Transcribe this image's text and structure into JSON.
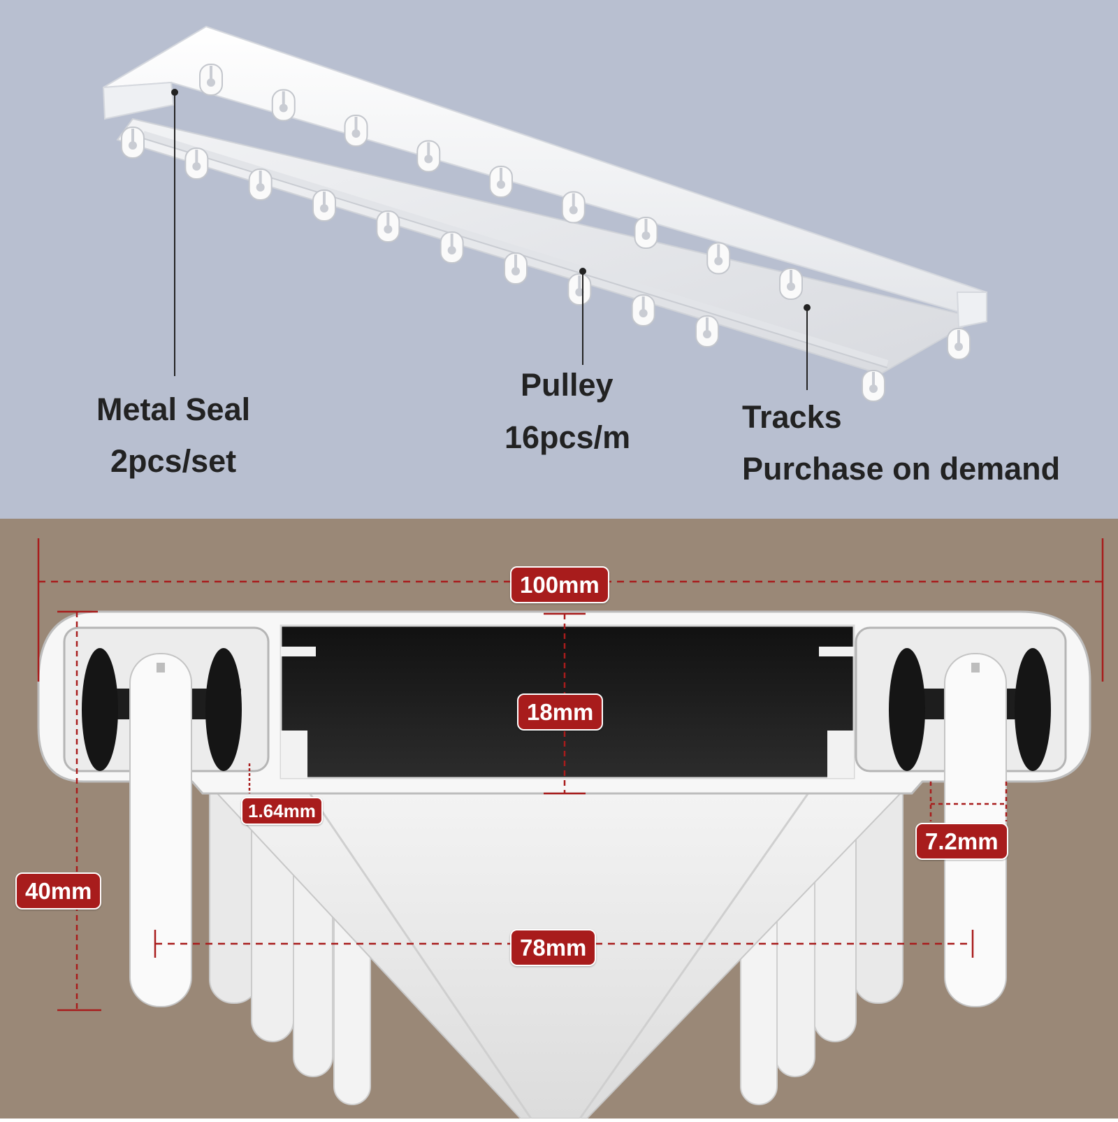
{
  "colors": {
    "top_background": "#b8bfd0",
    "bottom_background": "#9a8877",
    "track_white": "#f6f6f6",
    "dimension_badge": "#a81c1c",
    "leader_line": "#222222",
    "wheel_black": "#1a1a1a"
  },
  "callouts": {
    "metal_seal": {
      "name": "Metal Seal",
      "detail": "2pcs/set"
    },
    "pulley": {
      "name": "Pulley",
      "detail": "16pcs/m"
    },
    "tracks": {
      "name": "Tracks",
      "detail": "Purchase on demand"
    }
  },
  "dimensions": {
    "total_width": "100mm",
    "channel_depth": "18mm",
    "wall_thickness": "1.64mm",
    "height": "40mm",
    "slot_width": "7.2mm",
    "runner_span": "78mm"
  }
}
